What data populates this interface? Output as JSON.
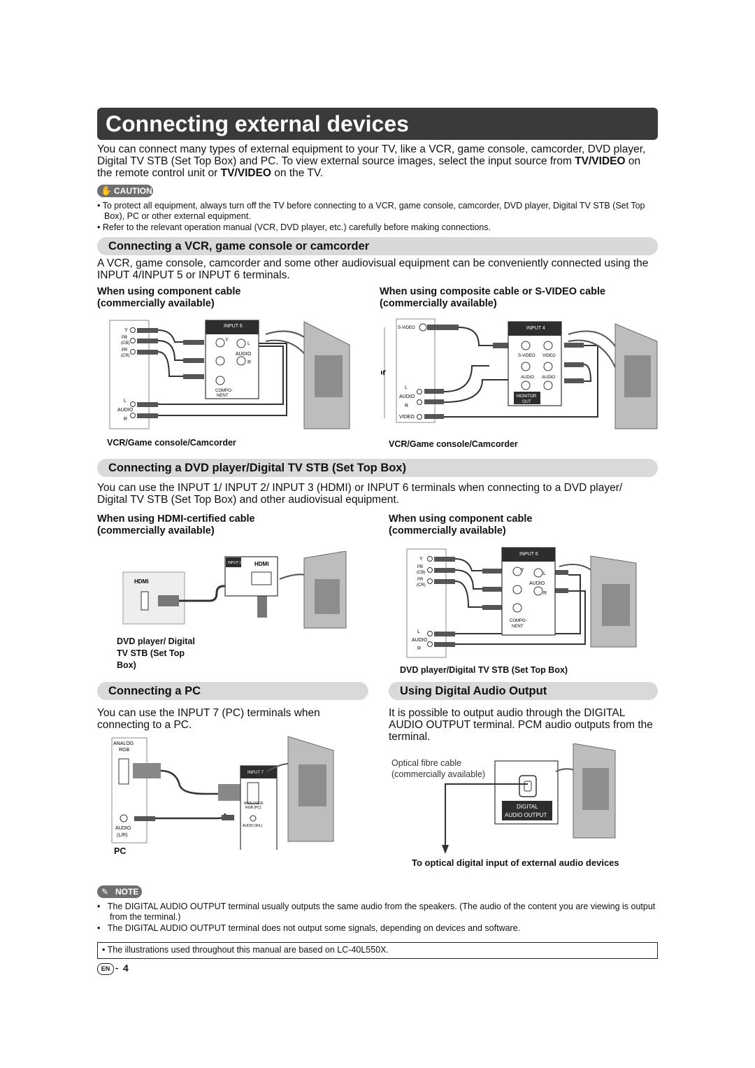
{
  "title": "Connecting external devices",
  "intro": {
    "part1": "You can connect many types of external equipment to your TV, like a VCR, game console, camcorder, DVD player, Digital TV STB (Set Top Box) and PC. To view external source images, select the input source from ",
    "bold1": "TV/VIDEO",
    "part2": " on the remote control unit or ",
    "bold2": "TV/VIDEO",
    "part3": " on the TV."
  },
  "caution": {
    "label": "CAUTION",
    "items": [
      "• To protect all equipment, always turn off the TV before connecting to a VCR, game console, camcorder, DVD player, Digital TV STB (Set Top Box), PC or other external equipment.",
      "• Refer to the relevant operation manual (VCR, DVD player, etc.) carefully before making connections."
    ]
  },
  "vcr_section": {
    "heading": "Connecting a VCR, game console or camcorder",
    "body": "A VCR, game console, camcorder and some other audiovisual equipment can be conveniently connected using the INPUT 4/INPUT 5 or INPUT 6 terminals.",
    "left_head": "When using component cable (commercially available)",
    "right_head": "When using composite cable or S-VIDEO cable (commercially available)",
    "left_caption": "VCR/Game console/Camcorder",
    "right_caption": "VCR/Game console/Camcorder",
    "or_label": "or",
    "labels": {
      "input6": "INPUT 6",
      "input4": "INPUT 4",
      "y": "Y",
      "pb": "PB",
      "cb": "(CB)",
      "pr": "PR",
      "cr": "(CR)",
      "audio": "AUDIO",
      "l": "L",
      "r": "R",
      "compo": "COMPO-",
      "nent": "NENT",
      "svideo": "S-VIDEO",
      "video": "VIDEO",
      "monitor": "MONITOR",
      "out": "OUT"
    }
  },
  "dvd_section": {
    "heading": "Connecting a DVD player/Digital TV STB (Set Top Box)",
    "body": "You can use the INPUT 1/ INPUT 2/ INPUT 3 (HDMI) or INPUT 6 terminals when connecting to a DVD player/ Digital TV STB (Set Top Box) and other audiovisual equipment.",
    "left_head": "When using HDMI-certified cable (commercially available)",
    "right_head": "When using component cable (commercially available)",
    "left_caption": "DVD player/ Digital TV STB (Set Top Box)",
    "right_caption": "DVD player/Digital TV STB (Set Top Box)",
    "labels": {
      "hdmi": "HDMI",
      "input1": "INPUT 1"
    }
  },
  "pc_section": {
    "heading": "Connecting a PC",
    "body": "You can use the INPUT 7 (PC) terminals when connecting to a PC.",
    "caption": "PC",
    "labels": {
      "analog": "ANALOG",
      "rgb": "RGB",
      "audio": "AUDIO",
      "lr": "(L/R)",
      "input7": "INPUT 7",
      "analogue_rgb": "ANALOGUE",
      "rgb_pc": "RGB (PC)",
      "audio_rl": "AUDIO (R/L)"
    }
  },
  "digital_section": {
    "heading": "Using Digital Audio Output",
    "body": "It is possible to output audio through the DIGITAL AUDIO OUTPUT terminal. PCM audio outputs from the terminal.",
    "cable_label1": "Optical fibre cable",
    "cable_label2": "(commercially available)",
    "terminal1": "DIGITAL",
    "terminal2": "AUDIO OUTPUT",
    "caption": "To optical digital input of external audio devices"
  },
  "note": {
    "label": "NOTE",
    "items": [
      "The DIGITAL AUDIO OUTPUT terminal usually outputs the same audio from the speakers. (The audio of the content you are viewing is output from the terminal.)",
      "The DIGITAL AUDIO OUTPUT terminal does not output some signals, depending on devices and software."
    ]
  },
  "footer_note": "• The illustrations used throughout this manual are based on LC-40L550X.",
  "page": {
    "lang": "EN",
    "number": "4"
  }
}
